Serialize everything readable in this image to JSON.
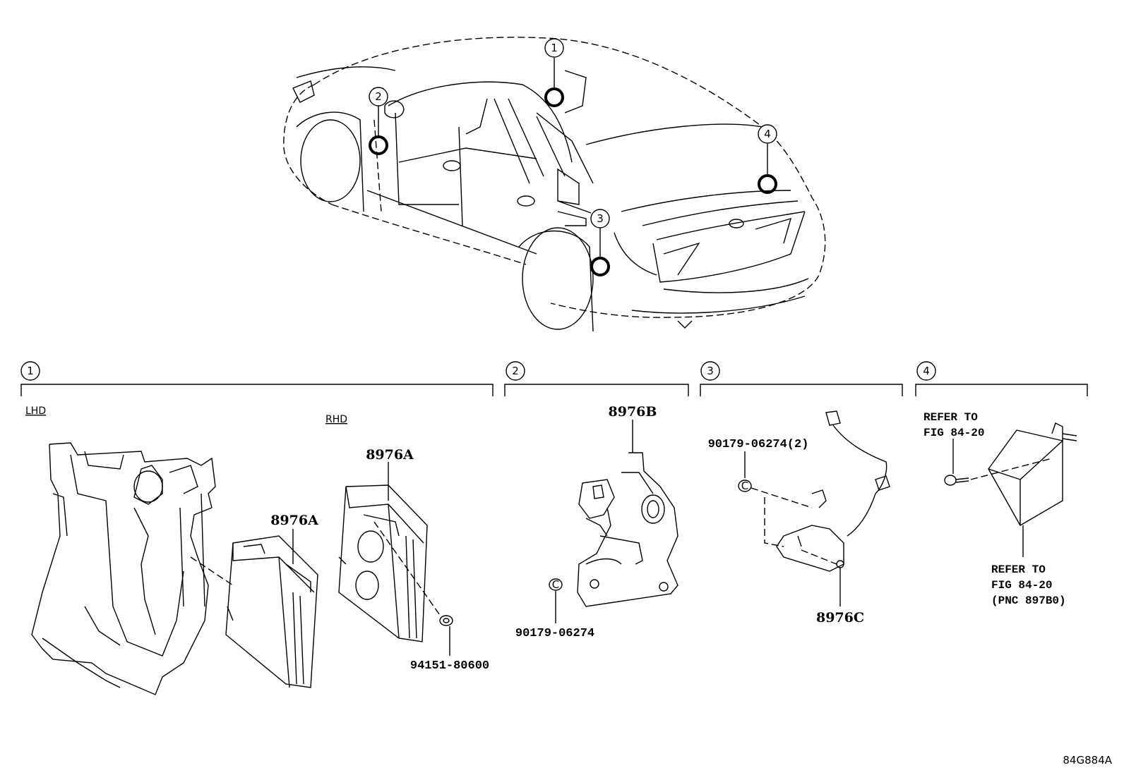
{
  "callouts": [
    "1",
    "2",
    "3",
    "4"
  ],
  "sections": [
    {
      "number": "1",
      "variant_left": "LHD",
      "variant_right": "RHD"
    },
    {
      "number": "2"
    },
    {
      "number": "3"
    },
    {
      "number": "4"
    }
  ],
  "parts": {
    "s1_lhd_ecu": "8976A",
    "s1_rhd_ecu": "8976A",
    "s1_clip": "94151-80600",
    "s2_sensor": "8976B",
    "s2_nut": "90179-06274",
    "s3_nut": "90179-06274(2)",
    "s3_sensor": "8976C",
    "s4_bolt_ref_line1": "REFER TO",
    "s4_bolt_ref_line2": "FIG 84-20",
    "s4_box_ref_line1": "REFER TO",
    "s4_box_ref_line2": "FIG 84-20",
    "s4_box_ref_line3": "(PNC 897B0)"
  },
  "nut_symbol": "C",
  "figure_code": "84G884A"
}
